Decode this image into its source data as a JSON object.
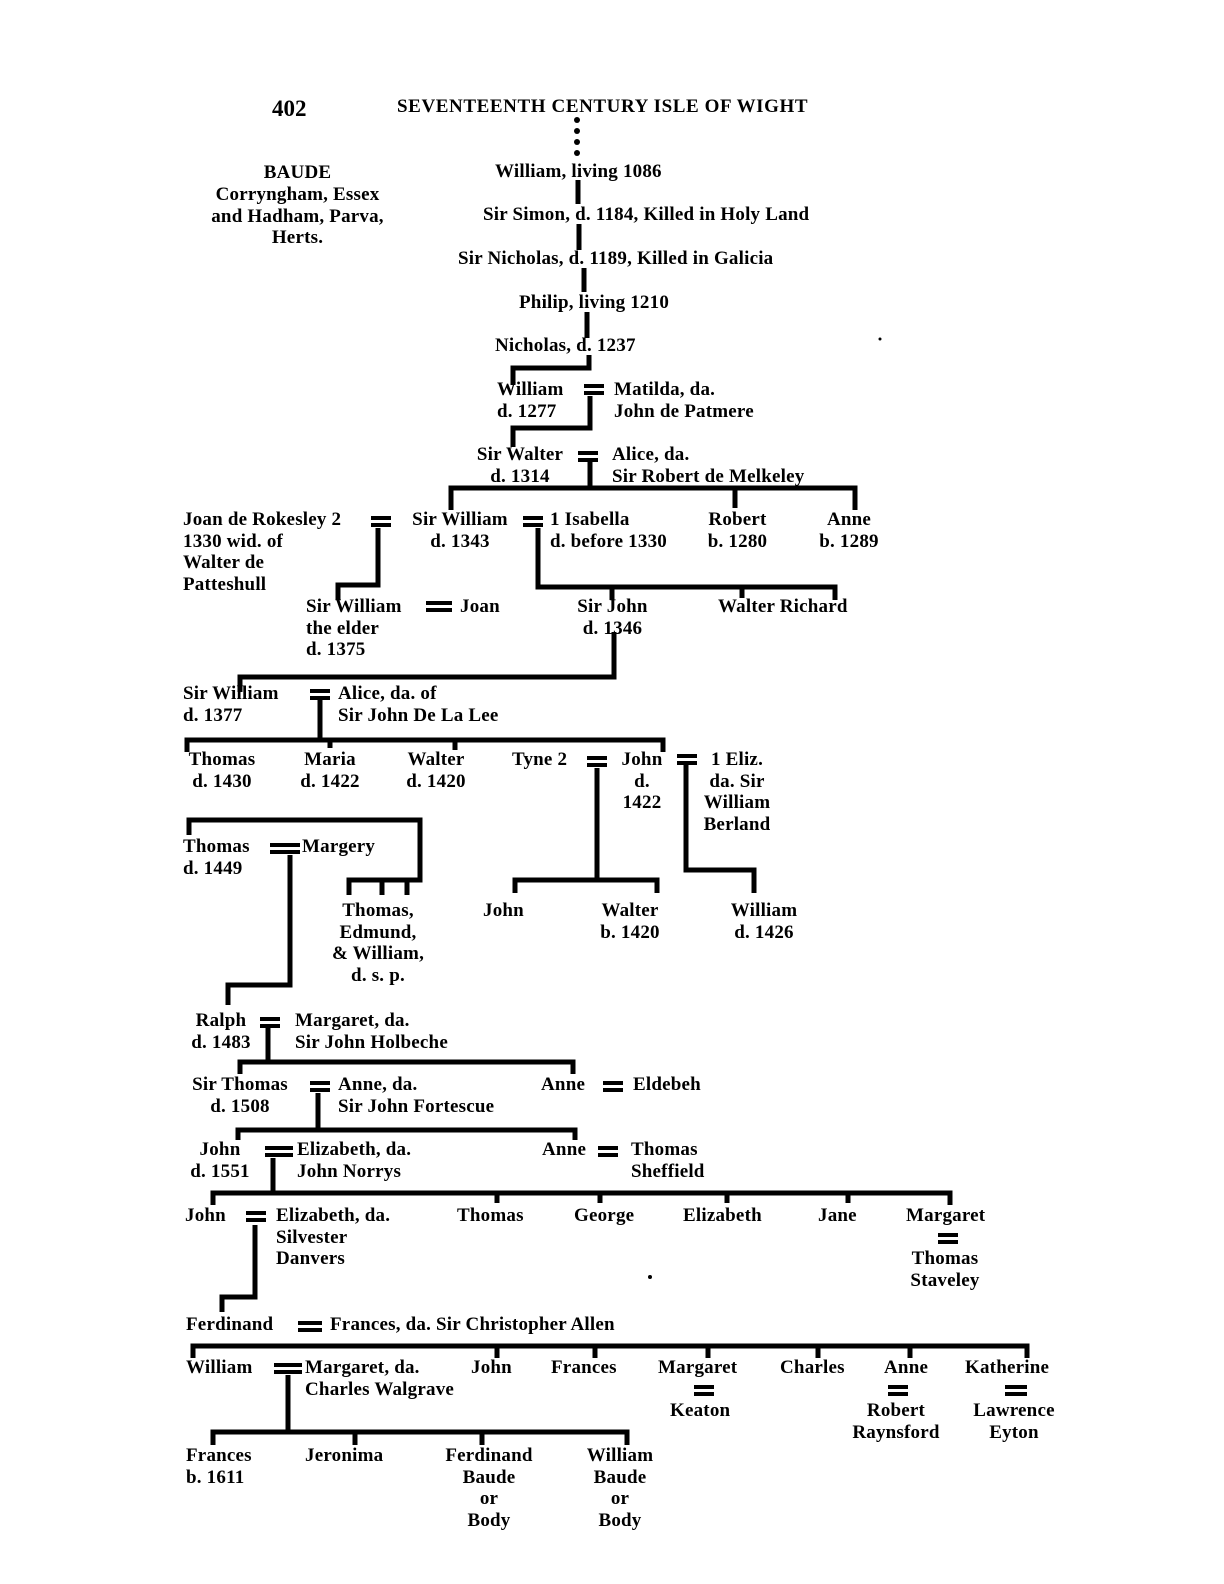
{
  "header": {
    "page_number": "402",
    "running_title": "SEVENTEENTH CENTURY ISLE OF WIGHT"
  },
  "family": {
    "title": "BAUDE",
    "places": "Corryngham, Essex\nand Hadham, Parva,\nHerts."
  },
  "tree": {
    "g1": "William, living 1086",
    "g2": "Sir Simon, d. 1184, Killed in Holy Land",
    "g3": "Sir Nicholas, d. 1189, Killed in Galicia",
    "g4": "Philip, living 1210",
    "g5": "Nicholas, d. 1237",
    "g6_william": "William\n d. 1277",
    "g6_matilda": "Matilda, da.\nJohn de Patmere",
    "g7_walter": "Sir Walter\nd. 1314",
    "g7_alice": "Alice, da.\nSir Robert de Melkeley",
    "g8_joan": "Joan de Rokesley 2\n1330 wid. of\nWalter de\nPatteshull",
    "g8_william": "Sir William\nd. 1343",
    "g8_isabella": "  1 Isabella\nd. before 1330",
    "g8_robert": "Robert\nb. 1280",
    "g8_anne": "Anne\nb. 1289",
    "g9_william": "Sir William\nthe elder\nd. 1375",
    "g9_joan": "Joan",
    "g9_john": "Sir John\nd. 1346",
    "g9_walter": "Walter Richard",
    "g10_william": "Sir William\n    d. 1377",
    "g10_alice": "Alice, da. of\nSir John De La Lee",
    "g11_thomas": "Thomas\nd. 1430",
    "g11_maria": "Maria\nd. 1422",
    "g11_walter": "Walter\nd. 1420",
    "g11_tyne": "Tyne 2",
    "g11_john": "John\nd.\n1422",
    "g11_eliz": "1 Eliz.\nda. Sir\nWilliam\nBerland",
    "g12_thomas": "Thomas\n d. 1449",
    "g12_margery": "Margery",
    "g12_sons": "Thomas,\nEdmund,\n& William,\nd. s. p.",
    "g12_john": "John",
    "g12_walter": "Walter\nb. 1420",
    "g12_william": "William\nd. 1426",
    "g13_ralph": "Ralph\nd. 1483",
    "g13_margaret": "Margaret, da.\nSir John Holbeche",
    "g14_thomas": "Sir Thomas\nd. 1508",
    "g14_anne": "Anne, da.\nSir John Fortescue",
    "g14_anne2": "Anne",
    "g14_eldebeh": "Eldebeh",
    "g15_john": "John\nd. 1551",
    "g15_elizabeth": "Elizabeth, da.\nJohn Norrys",
    "g15_anne": "Anne",
    "g15_thomas": "Thomas\nSheffield",
    "g16_john": "John",
    "g16_elizabeth": "Elizabeth, da.\nSilvester\nDanvers",
    "g16_thomas": "Thomas",
    "g16_george": "George",
    "g16_elizabeth2": "Elizabeth",
    "g16_jane": "Jane",
    "g16_margaret": "Margaret",
    "g16_staveley": "Thomas\nStaveley",
    "g17_ferdinand": "Ferdinand",
    "g17_frances": "Frances, da. Sir Christopher Allen",
    "g18_william": "William",
    "g18_margaret": "Margaret, da.\nCharles Walgrave",
    "g18_john": "John",
    "g18_frances": "Frances",
    "g18_margaret2": "Margaret",
    "g18_keaton": "Keaton",
    "g18_charles": "Charles",
    "g18_anne": "Anne",
    "g18_raynsford": "Robert\nRaynsford",
    "g18_katherine": "Katherine",
    "g18_eyton": "Lawrence\nEyton",
    "g19_frances": "Frances\nb. 1611",
    "g19_jeronima": "Jeronima",
    "g19_ferdinand": "Ferdinand\nBaude\nor\nBody",
    "g19_william": "William\nBaude\nor\nBody"
  }
}
